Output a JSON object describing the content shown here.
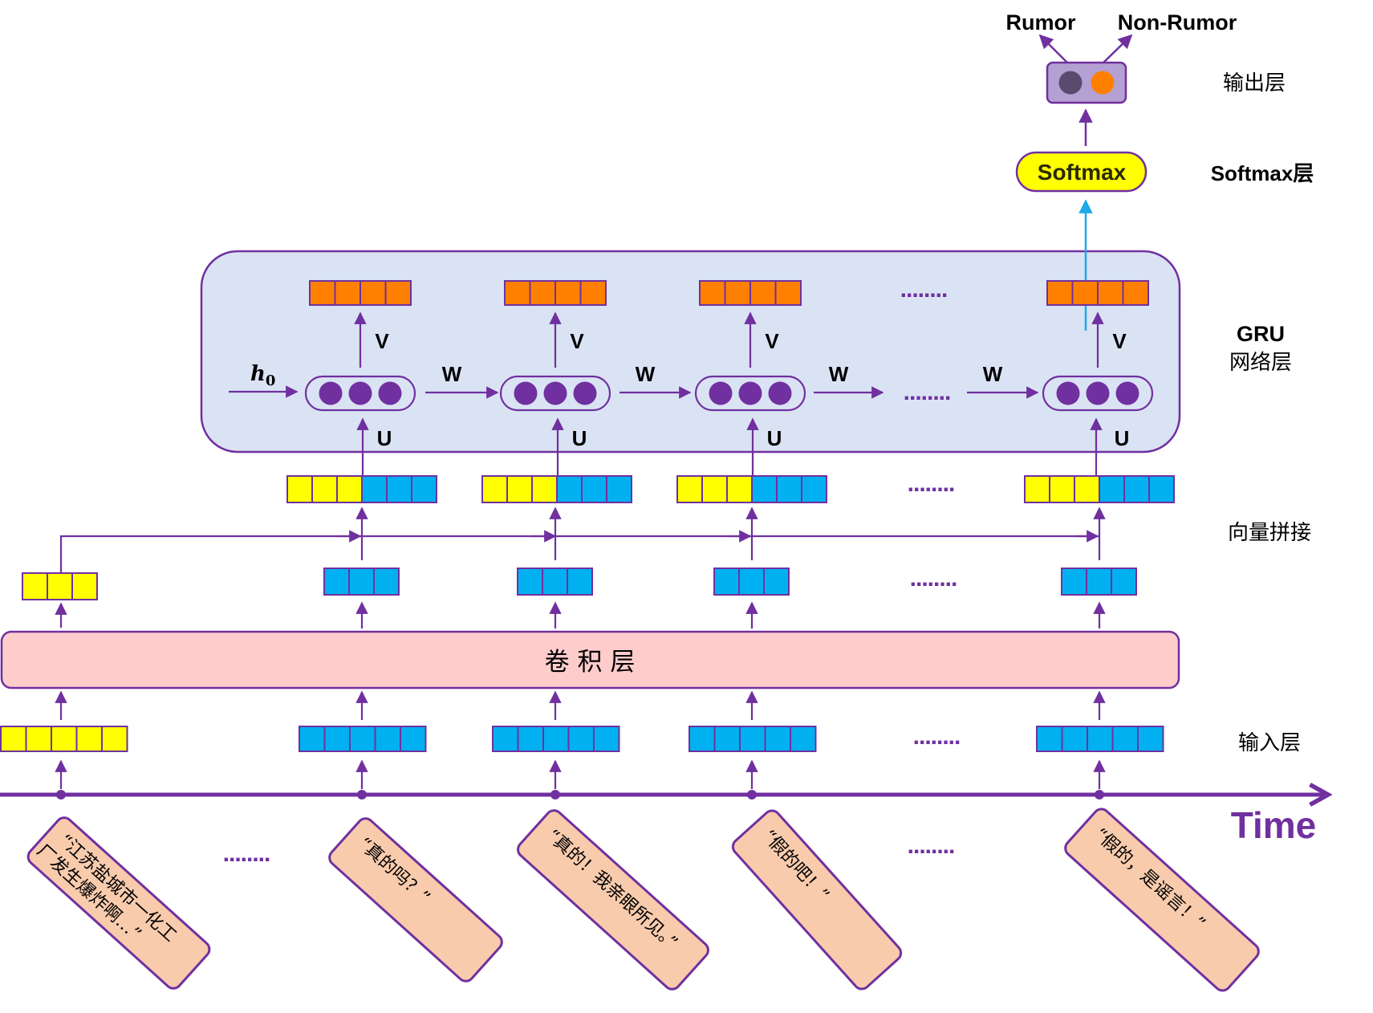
{
  "outputs": {
    "rumor": "Rumor",
    "non_rumor": "Non-Rumor"
  },
  "softmax_label": "Softmax",
  "layer_labels": {
    "output": "输出层",
    "softmax": "Softmax层",
    "gru_line1": "GRU",
    "gru_line2": "网络层",
    "concat": "向量拼接",
    "input": "输入层"
  },
  "conv_layer_label": "卷 积 层",
  "gru": {
    "h0_label": "h",
    "h0_sub": "0",
    "weight_v": "V",
    "weight_w": "W",
    "weight_u": "U"
  },
  "ellipsis": "........",
  "time_label": "Time",
  "posts": [
    {
      "line1": "“江苏盐城市一化工",
      "line2": "厂发生爆炸啊…”"
    },
    {
      "line1": "“真的吗？”",
      "line2": ""
    },
    {
      "line1": "“真的！我亲眼所见。”",
      "line2": ""
    },
    {
      "line1": "“假的吧！”",
      "line2": ""
    },
    {
      "line1": "“假的，是谣言！”",
      "line2": ""
    }
  ],
  "vector_cells": {
    "hidden_output": 4,
    "concat_yellow": 3,
    "concat_blue": 3,
    "conv_feature": 3,
    "input": 5
  },
  "colors": {
    "purple": "#7030A0",
    "orange": "#FF8000",
    "yellow": "#FFFF00",
    "blue": "#00B0F0",
    "gru_bg": "#DAE3F3",
    "conv_bg": "#FFCCCC",
    "post_bg": "#F8CBAD",
    "output_box": "#B4A0D2",
    "dark_dot": "#5A4A6E",
    "cyan_arrow": "#1EAAE6"
  }
}
